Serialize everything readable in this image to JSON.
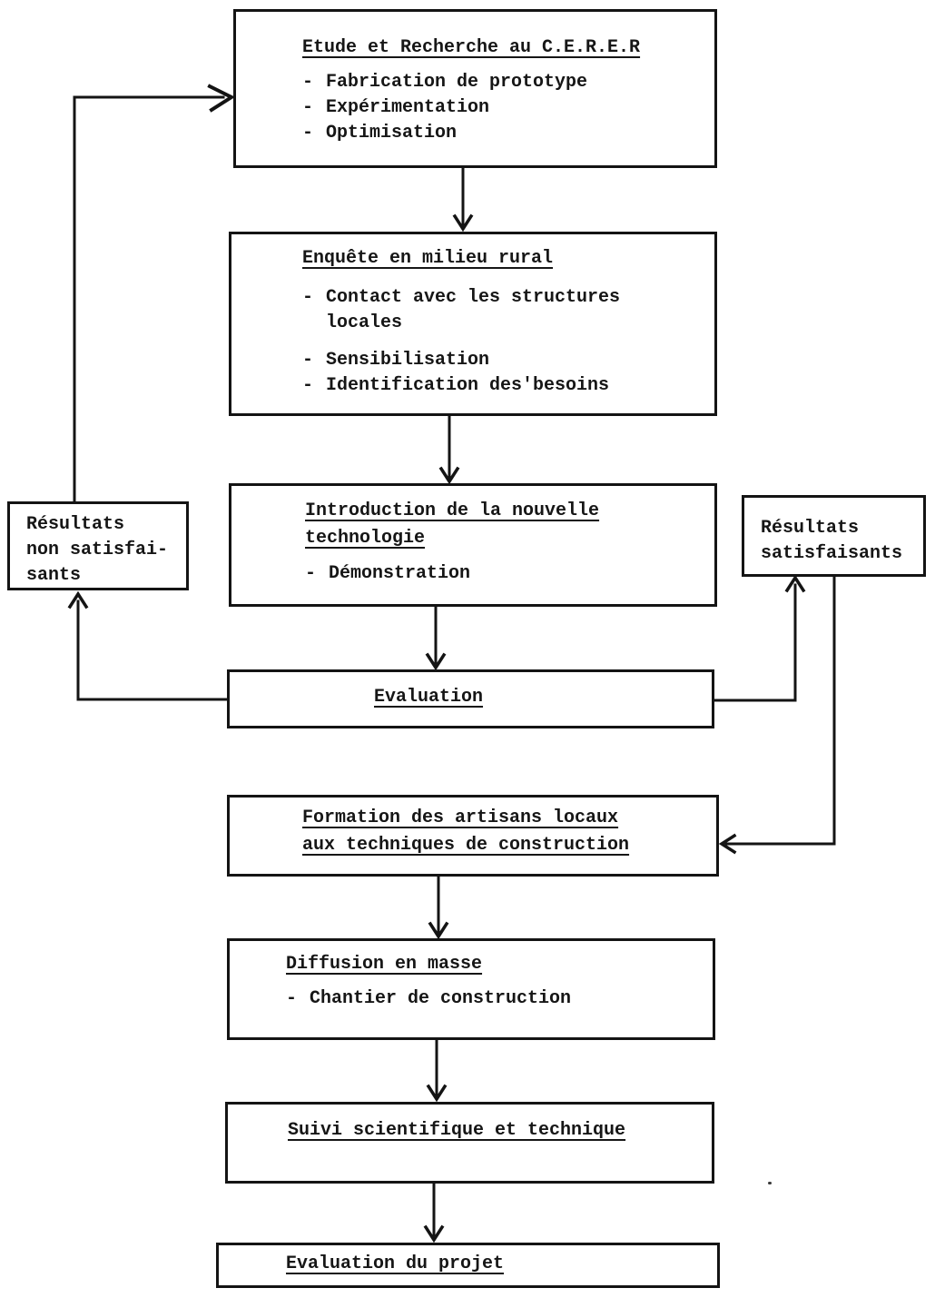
{
  "bullet": "-",
  "colors": {
    "ink": "#141414",
    "paper": "#ffffff"
  },
  "boxes": {
    "etude": {
      "title": "Etude et Recherche au C.E.R.E.R",
      "items": [
        "Fabrication de prototype",
        "Expérimentation",
        "Optimisation"
      ]
    },
    "enquete": {
      "title": "Enquête en milieu rural",
      "items": [
        "Contact avec les structures locales",
        "Sensibilisation",
        "Identification des'besoins"
      ]
    },
    "introduction": {
      "title_lines": [
        "Introduction de la nouvelle",
        "technologie"
      ],
      "items": [
        "Démonstration"
      ]
    },
    "resultats_non_satisfaisants": {
      "lines": [
        "Résultats",
        "non satisfai-",
        "sants"
      ]
    },
    "resultats_satisfaisants": {
      "lines": [
        "Résultats",
        "satisfaisants"
      ]
    },
    "evaluation": {
      "title": "Evaluation"
    },
    "formation": {
      "title_lines": [
        "Formation des artisans locaux",
        "aux techniques de construction"
      ]
    },
    "diffusion": {
      "title": "Diffusion en masse",
      "items": [
        "Chantier de construction"
      ]
    },
    "suivi": {
      "title": "Suivi scientifique et technique"
    },
    "evaluation_projet": {
      "title": "Evaluation du projet"
    }
  }
}
